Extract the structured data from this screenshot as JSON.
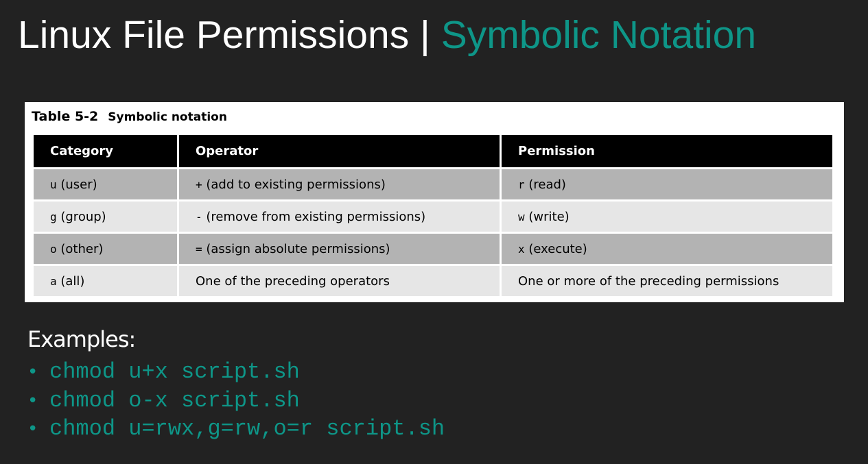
{
  "title": {
    "main": "Linux File Permissions | ",
    "accent": "Symbolic Notation"
  },
  "table": {
    "caption_number": "Table 5-2",
    "caption_label": "Symbolic notation",
    "headers": [
      "Category",
      "Operator",
      "Permission"
    ],
    "rows": [
      {
        "category_code": "u",
        "category_text": " (user)",
        "operator_code": "+",
        "operator_text": " (add to existing permissions)",
        "permission_code": "r",
        "permission_text": " (read)"
      },
      {
        "category_code": "g",
        "category_text": " (group)",
        "operator_code": "-",
        "operator_text": " (remove from existing permissions)",
        "permission_code": "w",
        "permission_text": " (write)"
      },
      {
        "category_code": "o",
        "category_text": " (other)",
        "operator_code": "=",
        "operator_text": " (assign absolute permissions)",
        "permission_code": "x",
        "permission_text": " (execute)"
      },
      {
        "category_code": "a",
        "category_text": " (all)",
        "operator_code": "",
        "operator_text": "One of the preceding operators",
        "permission_code": "",
        "permission_text": "One or more of the preceding permissions"
      }
    ]
  },
  "examples": {
    "heading": "Examples:",
    "bullet": "•",
    "items": [
      "chmod u+x script.sh",
      "chmod o-x script.sh",
      "chmod u=rwx,g=rw,o=r script.sh"
    ]
  },
  "colors": {
    "background": "#222222",
    "accent": "#0e9688",
    "header_bg": "#000000",
    "row_dark": "#b3b3b3",
    "row_light": "#e6e6e6"
  }
}
